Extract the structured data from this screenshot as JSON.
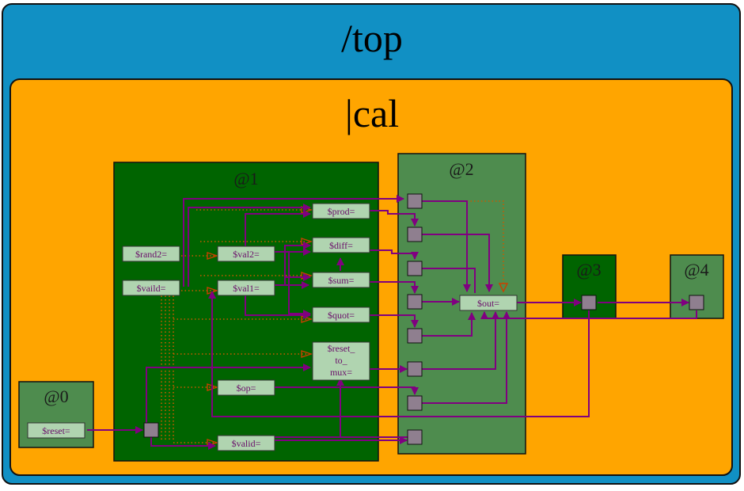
{
  "top_title": "/top",
  "cal_title": "|cal",
  "stages": {
    "s0": "@0",
    "s1": "@1",
    "s2": "@2",
    "s3": "@3",
    "s4": "@4"
  },
  "signals": {
    "reset": "$reset=",
    "rand2": "$rand2=",
    "vaild": "$vaild=",
    "val2": "$val2=",
    "val1": "$val1=",
    "prod": "$prod=",
    "diff": "$diff=",
    "sum": "$sum=",
    "quot": "$quot=",
    "reset_to_mux": [
      "$reset_",
      "to_",
      "mux="
    ],
    "op": "$op=",
    "valid": "$valid=",
    "out": "$out="
  },
  "colors": {
    "top_bg": "#1190c4",
    "cal_bg": "#ffa500",
    "stage_dark": "#006400",
    "stage_light": "#4e8c4e",
    "node_fill": "#b0d4b0",
    "node_text": "#6a0d6a",
    "wire": "#800080",
    "dotted_wire": "#c85a00",
    "flop_fill": "#8f7f8f"
  }
}
